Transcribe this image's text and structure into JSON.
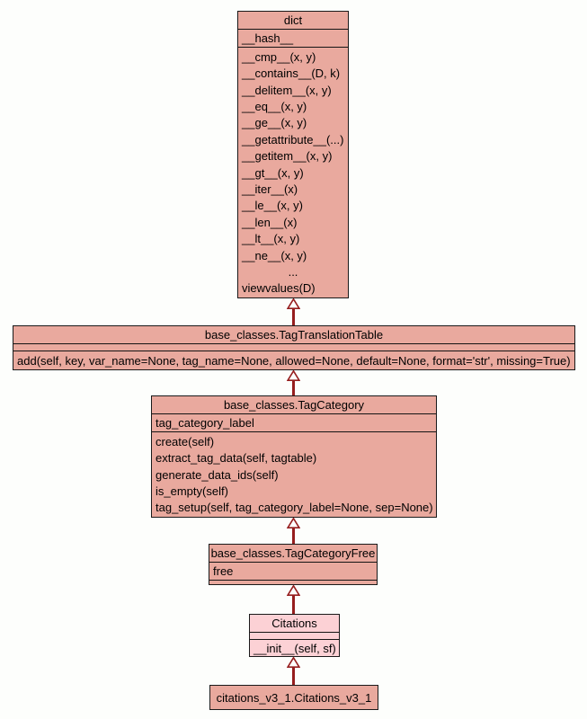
{
  "colors": {
    "background": "#fdfefc",
    "node_fill": "#e9a99e",
    "highlight_fill": "#fcd1d5",
    "border_color": "#1a1a1a",
    "arrow_color": "#961e1e",
    "text_color": "#000000"
  },
  "diagram_type": "uml-class-inheritance",
  "classes": [
    {
      "name": "dict",
      "highlighted": false,
      "attributes": [
        "__hash__"
      ],
      "methods": [
        "__cmp__(x, y)",
        "__contains__(D, k)",
        "__delitem__(x, y)",
        "__eq__(x, y)",
        "__ge__(x, y)",
        "__getattribute__(...)",
        "__getitem__(x, y)",
        "__gt__(x, y)",
        "__iter__(x)",
        "__le__(x, y)",
        "__len__(x)",
        "__lt__(x, y)",
        "__ne__(x, y)",
        "...",
        "viewvalues(D)"
      ]
    },
    {
      "name": "base_classes.TagTranslationTable",
      "highlighted": false,
      "attributes": [],
      "methods": [
        "add(self, key, var_name=None, tag_name=None, allowed=None, default=None, format='str', missing=True)"
      ]
    },
    {
      "name": "base_classes.TagCategory",
      "highlighted": false,
      "attributes": [
        "tag_category_label"
      ],
      "methods": [
        "create(self)",
        "extract_tag_data(self, tagtable)",
        "generate_data_ids(self)",
        "is_empty(self)",
        "tag_setup(self, tag_category_label=None, sep=None)"
      ]
    },
    {
      "name": "base_classes.TagCategoryFree",
      "highlighted": false,
      "attributes": [
        "free"
      ],
      "methods": []
    },
    {
      "name": "Citations",
      "highlighted": true,
      "attributes": [],
      "methods": [
        "__init__(self, sf)"
      ]
    },
    {
      "name": "citations_v3_1.Citations_v3_1",
      "highlighted": false,
      "attributes": [],
      "methods": []
    }
  ],
  "relations": [
    {
      "from": "base_classes.TagTranslationTable",
      "to": "dict",
      "type": "inheritance"
    },
    {
      "from": "base_classes.TagCategory",
      "to": "base_classes.TagTranslationTable",
      "type": "inheritance"
    },
    {
      "from": "base_classes.TagCategoryFree",
      "to": "base_classes.TagCategory",
      "type": "inheritance"
    },
    {
      "from": "Citations",
      "to": "base_classes.TagCategoryFree",
      "type": "inheritance"
    },
    {
      "from": "citations_v3_1.Citations_v3_1",
      "to": "Citations",
      "type": "inheritance"
    }
  ]
}
